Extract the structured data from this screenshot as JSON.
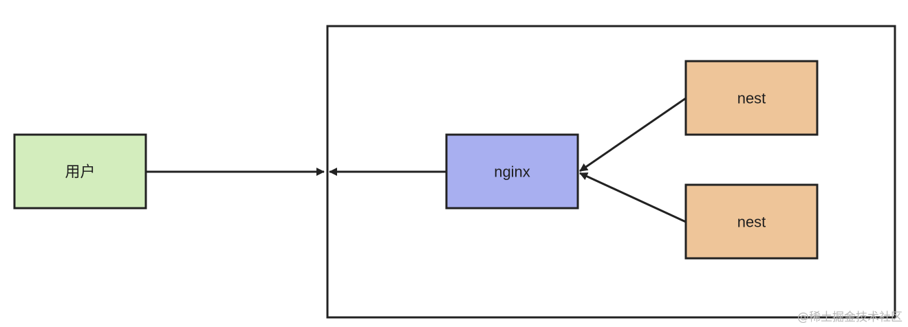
{
  "nodes": {
    "user": {
      "label": "用户",
      "fill": "#d3edbd"
    },
    "nginx": {
      "label": "nginx",
      "fill": "#a8aff0"
    },
    "nest_top": {
      "label": "nest",
      "fill": "#eec599"
    },
    "nest_bottom": {
      "label": "nest",
      "fill": "#eec599"
    }
  },
  "colors": {
    "stroke": "#222222",
    "container_stroke": "#222222",
    "background": "#ffffff"
  },
  "edges": [
    {
      "from": "user",
      "to": "server_container",
      "arrow": "to"
    },
    {
      "from": "nginx",
      "to": "server_container",
      "arrow": "to"
    },
    {
      "from": "nest_top",
      "to": "nginx",
      "arrow": "to"
    },
    {
      "from": "nest_bottom",
      "to": "nginx",
      "arrow": "to"
    }
  ],
  "watermark": "@稀土掘金技术社区"
}
